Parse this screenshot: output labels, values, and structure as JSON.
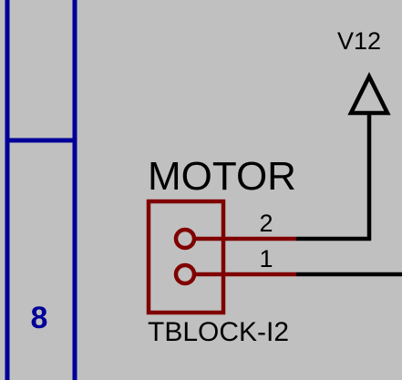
{
  "sheet_border": {
    "zone_label": "8",
    "color": "#000099"
  },
  "power_port": {
    "net_name": "V12",
    "color": "#000000"
  },
  "component": {
    "reference": "MOTOR",
    "value": "TBLOCK-I2",
    "body_color": "#800000",
    "pins": [
      {
        "number": "2"
      },
      {
        "number": "1"
      }
    ]
  },
  "wire_color": "#000000",
  "background_color": "#c0c0c0"
}
